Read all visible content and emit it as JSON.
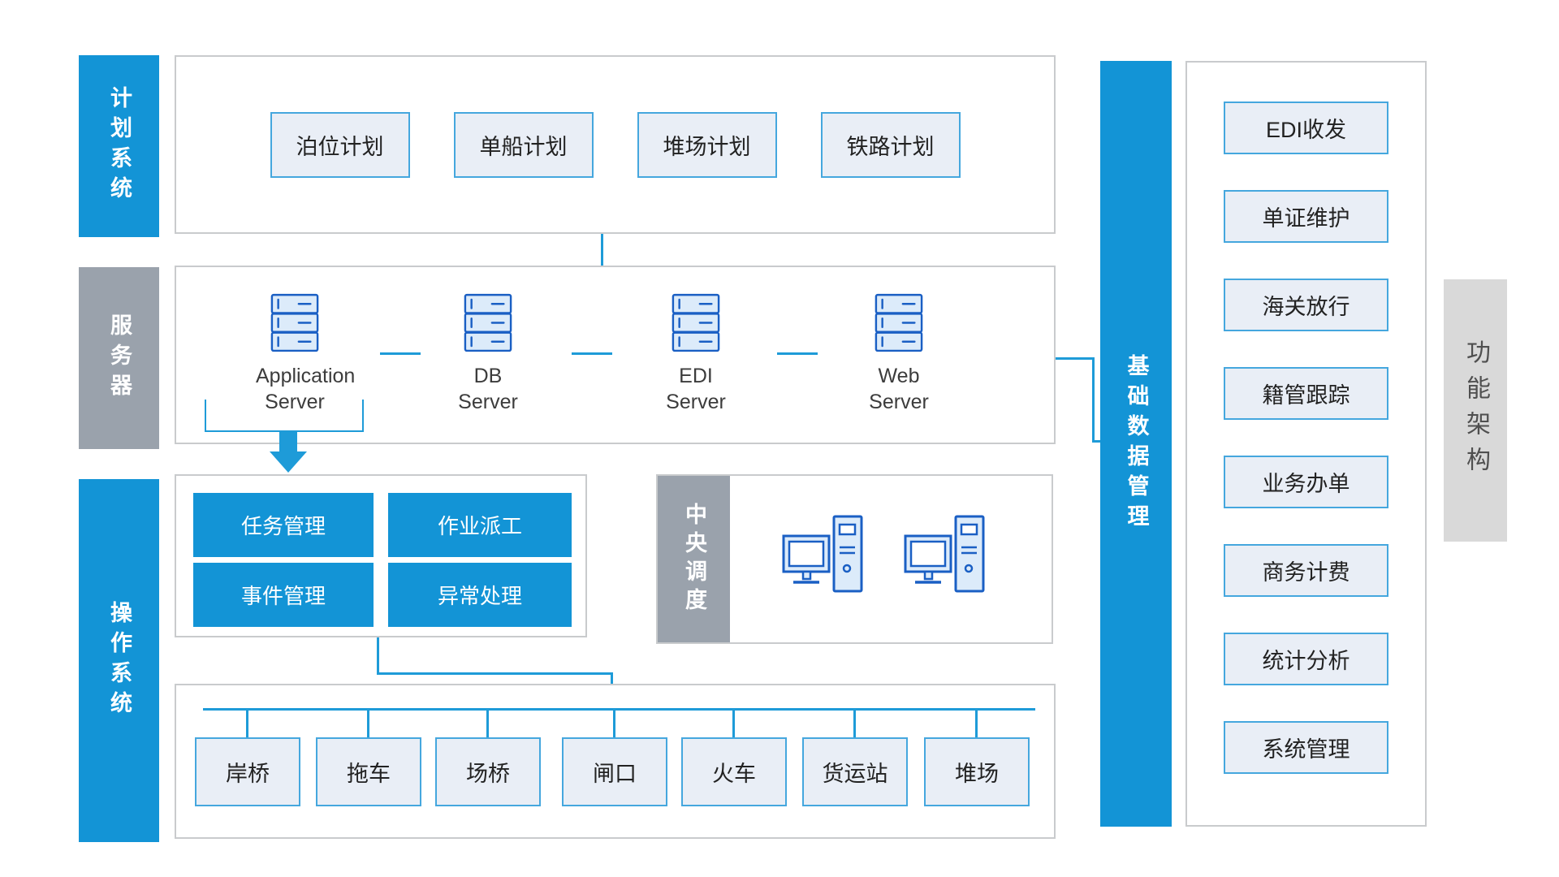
{
  "colors": {
    "primary_blue": "#1394d6",
    "connector_blue": "#1e9bd8",
    "gray": "#9aa2ac",
    "light_box_fill": "#e9eef6",
    "light_box_border": "#45a7de",
    "icon_stroke_blue": "#1a5fc4"
  },
  "rails": {
    "planning": "计划系统",
    "server": "服务器",
    "operation": "操作系统",
    "base_data": "基础数据管理",
    "architecture": "功能架构"
  },
  "planning": {
    "items": [
      "泊位计划",
      "单船计划",
      "堆场计划",
      "铁路计划"
    ]
  },
  "servers": {
    "items": [
      "Application Server",
      "DB Server",
      "EDI Server",
      "Web Server"
    ]
  },
  "operations": {
    "items": [
      "任务管理",
      "作业派工",
      "事件管理",
      "异常处理"
    ]
  },
  "central": {
    "label": "中央调度"
  },
  "terminals": {
    "items": [
      "岸桥",
      "拖车",
      "场桥",
      "闸口",
      "火车",
      "货运站",
      "堆场"
    ]
  },
  "functions": {
    "items": [
      "EDI收发",
      "单证维护",
      "海关放行",
      "籍管跟踪",
      "业务办单",
      "商务计费",
      "统计分析",
      "系统管理"
    ]
  }
}
